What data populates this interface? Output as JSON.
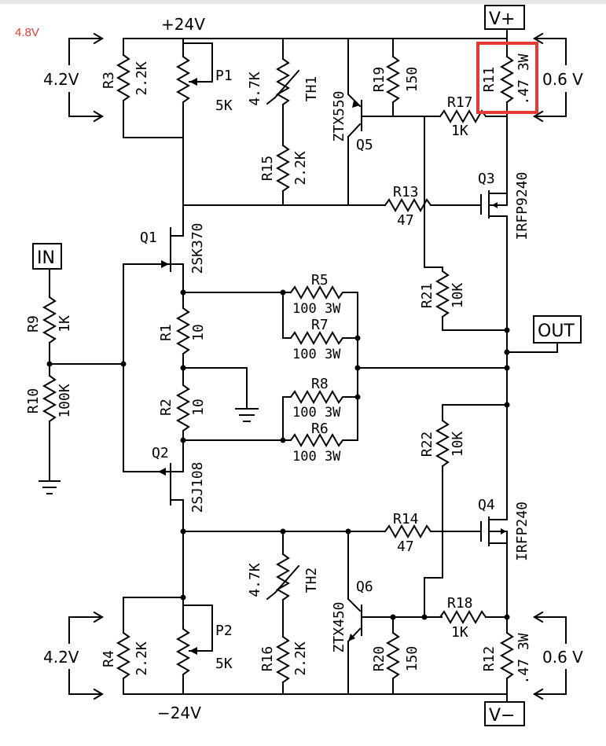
{
  "note": "4.8V",
  "rails": {
    "pos": "+24V",
    "neg": "−24V"
  },
  "terminals": {
    "vplus": "V+",
    "vminus": "V−",
    "in": "IN",
    "out": "OUT"
  },
  "measurements": {
    "left_top": "4.2V",
    "left_bottom": "4.2V",
    "right_top": "0.6 V",
    "right_bottom": "0.6 V"
  },
  "components": {
    "R3": {
      "ref": "R3",
      "value": "2.2K"
    },
    "P1": {
      "ref": "P1",
      "value": "5K"
    },
    "TH1": {
      "ref": "TH1",
      "value": "4.7K"
    },
    "R15": {
      "ref": "R15",
      "value": "2.2K"
    },
    "Q5": {
      "ref": "Q5",
      "part": "ZTX550"
    },
    "R19": {
      "ref": "R19",
      "value": "150"
    },
    "R11": {
      "ref": "R11",
      "value": ".47 3W"
    },
    "R17": {
      "ref": "R17",
      "value": "1K"
    },
    "Q3": {
      "ref": "Q3",
      "part": "IRFP9240"
    },
    "R13": {
      "ref": "R13",
      "value": "47"
    },
    "Q1": {
      "ref": "Q1",
      "part": "2SK370"
    },
    "R9": {
      "ref": "R9",
      "value": "1K"
    },
    "R10": {
      "ref": "R10",
      "value": "100K"
    },
    "R5": {
      "ref": "R5",
      "value": "100 3W"
    },
    "R7": {
      "ref": "R7",
      "value": "100 3W"
    },
    "R1": {
      "ref": "R1",
      "value": "10"
    },
    "R21": {
      "ref": "R21",
      "value": "10K"
    },
    "R2": {
      "ref": "R2",
      "value": "10"
    },
    "R8": {
      "ref": "R8",
      "value": "100 3W"
    },
    "R6": {
      "ref": "R6",
      "value": "100 3W"
    },
    "R22": {
      "ref": "R22",
      "value": "10K"
    },
    "Q2": {
      "ref": "Q2",
      "part": "2SJ108"
    },
    "Q4": {
      "ref": "Q4",
      "part": "IRFP240"
    },
    "R14": {
      "ref": "R14",
      "value": "47"
    },
    "TH2": {
      "ref": "TH2",
      "value": "4.7K"
    },
    "Q6": {
      "ref": "Q6",
      "part": "ZTX450"
    },
    "R18": {
      "ref": "R18",
      "value": "1K"
    },
    "P2": {
      "ref": "P2",
      "value": "5K"
    },
    "R4": {
      "ref": "R4",
      "value": "2.2K"
    },
    "R16": {
      "ref": "R16",
      "value": "2.2K"
    },
    "R20": {
      "ref": "R20",
      "value": "150"
    },
    "R12": {
      "ref": "R12",
      "value": ".47 3W"
    }
  },
  "highlight_color": "#e53935",
  "note_color": "#e53935"
}
